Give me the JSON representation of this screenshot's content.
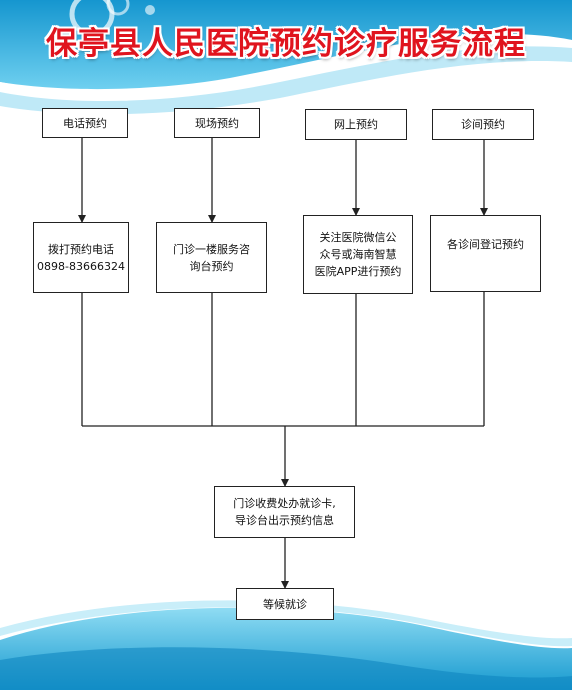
{
  "title": "保亭县人民医院预约诊疗服务流程",
  "top_nodes": [
    "电话预约",
    "现场预约",
    "网上预约",
    "诊间预约"
  ],
  "detail_nodes": [
    [
      "拨打预约电话",
      "0898-83666324"
    ],
    [
      "门诊一楼服务咨",
      "询台预约"
    ],
    [
      "关注医院微信公",
      "众号或海南智慧",
      "医院APP进行预约"
    ],
    [
      "各诊间登记预约"
    ]
  ],
  "merge_node": [
    "门诊收费处办就诊卡,",
    "导诊台出示预约信息"
  ],
  "final_node": "等候就诊",
  "colors": {
    "title": "#e0141e",
    "wave_dark": "#1aa7d6",
    "wave_light": "#9adcf2"
  }
}
